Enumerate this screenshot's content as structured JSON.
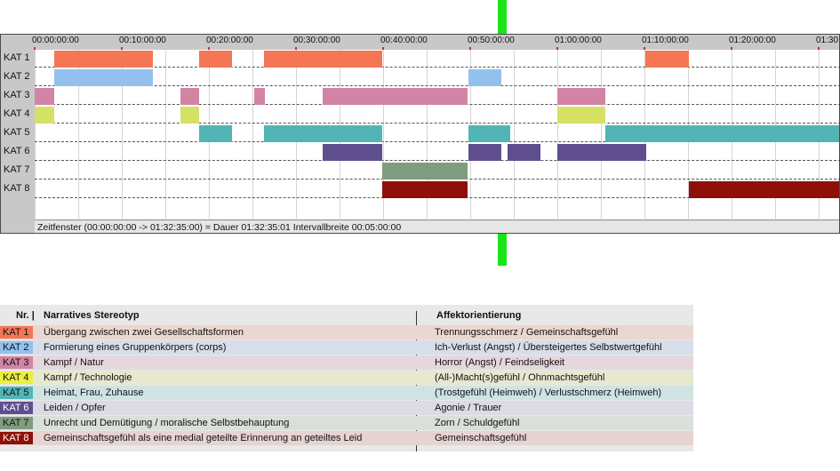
{
  "timeline": {
    "ticks": [
      "00:00:00:00",
      "00:10:00:00",
      "00:20:00:00",
      "00:30:00:00",
      "00:40:00:00",
      "00:50:00:00",
      "01:00:00:00",
      "01:10:00:00",
      "01:20:00:00",
      "01:30"
    ],
    "tick_minutes": [
      0,
      10,
      20,
      30,
      40,
      50,
      60,
      70,
      80,
      90
    ],
    "range_minutes": [
      0,
      92.58
    ],
    "row_labels": [
      "KAT 1",
      "KAT 2",
      "KAT 3",
      "KAT 4",
      "KAT 5",
      "KAT 6",
      "KAT 7",
      "KAT 8"
    ],
    "status_text": "Zeitfenster (00:00:00:00 -> 01:32:35:00) = Dauer 01:32:35:01     Intervallbreite 00:05:00:00",
    "segments": [
      {
        "row": 0,
        "start": 2.2,
        "end": 13.6,
        "color": "#f47655"
      },
      {
        "row": 0,
        "start": 18.9,
        "end": 22.7,
        "color": "#f47655"
      },
      {
        "row": 0,
        "start": 26.3,
        "end": 39.9,
        "color": "#f47655"
      },
      {
        "row": 0,
        "start": 70.1,
        "end": 75.1,
        "color": "#f47655"
      },
      {
        "row": 1,
        "start": 2.2,
        "end": 13.6,
        "color": "#93c1ee"
      },
      {
        "row": 1,
        "start": 49.8,
        "end": 53.6,
        "color": "#93c1ee"
      },
      {
        "row": 2,
        "start": 0,
        "end": 2.2,
        "color": "#d284a5"
      },
      {
        "row": 2,
        "start": 16.7,
        "end": 18.9,
        "color": "#d284a5"
      },
      {
        "row": 2,
        "start": 25.2,
        "end": 26.4,
        "color": "#d284a5"
      },
      {
        "row": 2,
        "start": 33.1,
        "end": 49.7,
        "color": "#d284a5"
      },
      {
        "row": 2,
        "start": 60.0,
        "end": 65.5,
        "color": "#d284a5"
      },
      {
        "row": 3,
        "start": 0,
        "end": 2.2,
        "color": "#d5e163"
      },
      {
        "row": 3,
        "start": 16.7,
        "end": 18.9,
        "color": "#d5e163"
      },
      {
        "row": 3,
        "start": 60.0,
        "end": 65.5,
        "color": "#d5e163"
      },
      {
        "row": 4,
        "start": 18.9,
        "end": 22.7,
        "color": "#52b5b5"
      },
      {
        "row": 4,
        "start": 26.3,
        "end": 39.9,
        "color": "#52b5b5"
      },
      {
        "row": 4,
        "start": 49.8,
        "end": 54.6,
        "color": "#52b5b5"
      },
      {
        "row": 4,
        "start": 65.5,
        "end": 92.58,
        "color": "#52b5b5"
      },
      {
        "row": 5,
        "start": 33.1,
        "end": 39.9,
        "color": "#5f4e8e"
      },
      {
        "row": 5,
        "start": 49.8,
        "end": 53.6,
        "color": "#5f4e8e"
      },
      {
        "row": 5,
        "start": 54.3,
        "end": 58.1,
        "color": "#5f4e8e"
      },
      {
        "row": 5,
        "start": 60.0,
        "end": 70.2,
        "color": "#5f4e8e"
      },
      {
        "row": 6,
        "start": 39.9,
        "end": 49.7,
        "color": "#7f9c7f"
      },
      {
        "row": 7,
        "start": 39.9,
        "end": 49.7,
        "color": "#8e1008"
      },
      {
        "row": 7,
        "start": 75.1,
        "end": 92.58,
        "color": "#8e1008"
      }
    ]
  },
  "legend": {
    "headers": {
      "nr": "Nr. |",
      "stereotype": "Narratives Stereotyp",
      "affekt": "Affektorientierung"
    },
    "rows": [
      {
        "kat": "KAT 1",
        "badge_color": "#f47655",
        "text_color": "#111111",
        "row_bg": "#ecd6d0",
        "stereotype": "Übergang zwischen zwei Gesellschaftsformen",
        "affekt": "Trennungsschmerz / Gemeinschaftsgefühl"
      },
      {
        "kat": "KAT 2",
        "badge_color": "#93c1ee",
        "text_color": "#111111",
        "row_bg": "#d6dee9",
        "stereotype": "Formierung eines Gruppenkörpers (corps)",
        "affekt": "Ich-Verlust (Angst) / Übersteigertes Selbstwertgefühl"
      },
      {
        "kat": "KAT 3",
        "badge_color": "#d284a5",
        "text_color": "#111111",
        "row_bg": "#e6d7dd",
        "stereotype": "Kampf / Natur",
        "affekt": "Horror (Angst) / Feindseligkeit"
      },
      {
        "kat": "KAT 4",
        "badge_color": "#e9f03e",
        "text_color": "#111111",
        "row_bg": "#e6e8d0",
        "stereotype": "Kampf / Technologie",
        "affekt": "(All-)Macht(s)gefühl / Ohnmachtsgefühl"
      },
      {
        "kat": "KAT 5",
        "badge_color": "#52b5b5",
        "text_color": "#111111",
        "row_bg": "#d0e3e3",
        "stereotype": "Heimat, Frau, Zuhause",
        "affekt": "(Trostgefühl (Heimweh) / Verlustschmerz (Heimweh)"
      },
      {
        "kat": "KAT 6",
        "badge_color": "#5f4e8e",
        "text_color": "#ffffff",
        "row_bg": "#dcdae4",
        "stereotype": "Leiden / Opfer",
        "affekt": "Agonie / Trauer"
      },
      {
        "kat": "KAT 7",
        "badge_color": "#7f9c7f",
        "text_color": "#111111",
        "row_bg": "#d9dfd9",
        "stereotype": "Unrecht und Demütigung / moralische Selbstbehauptung",
        "affekt": "Zorn / Schuldgefühl"
      },
      {
        "kat": "KAT 8",
        "badge_color": "#8e1008",
        "text_color": "#ffffff",
        "row_bg": "#e6d3d2",
        "stereotype": "Gemeinschaftsgefühl als eine medial geteilte Erinnerung an geteiltes Leid",
        "affekt": "Gemeinschaftsgefühl"
      }
    ]
  }
}
